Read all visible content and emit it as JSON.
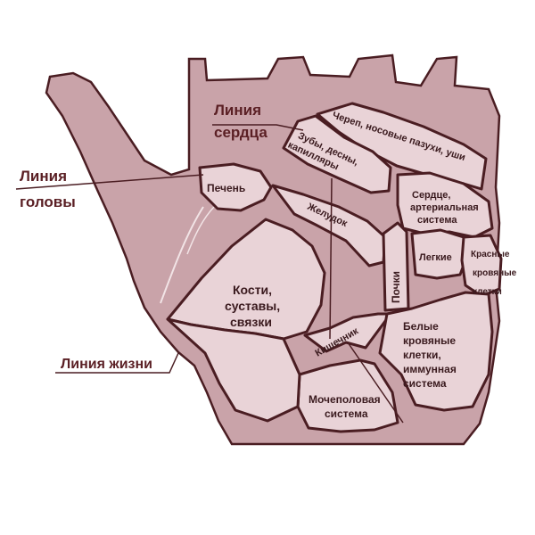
{
  "side_labels": {
    "heart_line": [
      "Линия",
      "сердца"
    ],
    "head_line": [
      "Линия",
      "головы"
    ],
    "life_line": "Линия жизни"
  },
  "zones": {
    "skull": "Череп, носовые пазухи, уши",
    "teeth": [
      "Зубы, десны,",
      "капилляры"
    ],
    "liver": "Печень",
    "heart": [
      "Сердце,",
      "артериальная",
      "система"
    ],
    "stomach": "Желудок",
    "lungs": "Легкие",
    "red_cells": [
      "Красные",
      "кровяные",
      "клетки"
    ],
    "kidneys": "Почки",
    "bones": [
      "Кости,",
      "суставы,",
      "связки"
    ],
    "intestine": "Кишечник",
    "white_cells": [
      "Белые",
      "кровяные",
      "клетки,",
      "иммунная",
      "система"
    ],
    "urogenital": [
      "Мочеполовая",
      "система"
    ]
  },
  "colors": {
    "palm": "#c9a3a9",
    "zone": "#e9d3d7",
    "outline": "#4a1d22",
    "text": "#3a1a1e"
  }
}
